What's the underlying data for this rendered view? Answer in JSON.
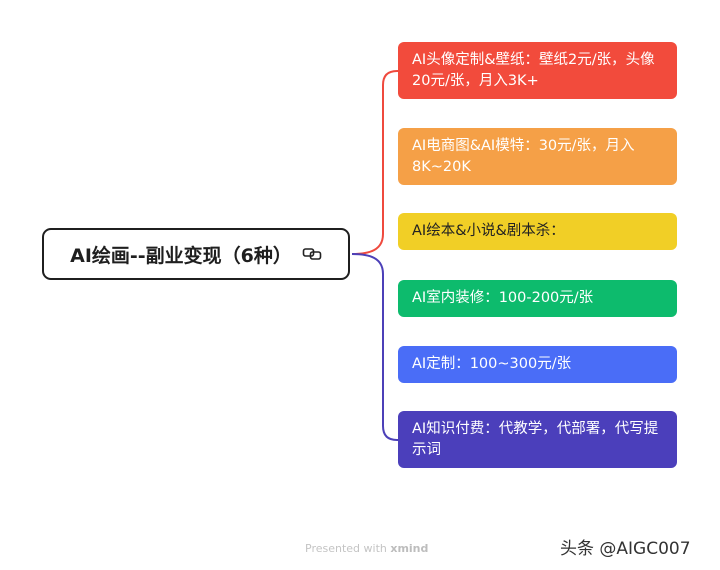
{
  "root": {
    "title": "AI绘画--副业变现（6种）",
    "icon": "link-icon"
  },
  "branches": [
    {
      "text": "AI头像定制&壁纸：壁纸2元/张，头像20元/张，月入3K+",
      "color": "#f24b3c"
    },
    {
      "text": "AI电商图&AI模特：30元/张，月入8K~20K",
      "color": "#f5a047"
    },
    {
      "text": "AI绘本&小说&剧本杀：",
      "color": "#f1cf26"
    },
    {
      "text": "AI室内装修：100-200元/张",
      "color": "#0dbb6d"
    },
    {
      "text": "AI定制：100~300元/张",
      "color": "#4a6df7"
    },
    {
      "text": "AI知识付费：代教学，代部署，代写提示词",
      "color": "#4b3fbb"
    }
  ],
  "connector_colors": {
    "top": "#ef4a3e",
    "bottom": "#4c40b8"
  },
  "footer": {
    "prefix": "Presented with",
    "brand": "xmind"
  },
  "watermark": "头条 @AIGC007"
}
